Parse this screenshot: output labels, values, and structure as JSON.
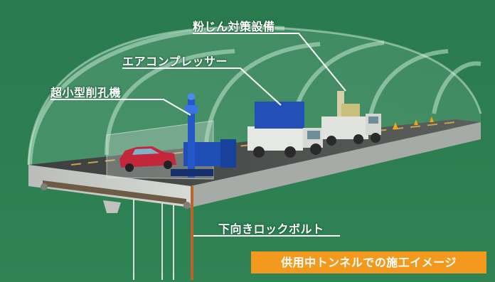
{
  "labels": {
    "dust_equipment": "粉じん対策設備",
    "air_compressor": "エアコンプレッサー",
    "drill": "超小型削孔機",
    "rock_bolt": "下向きロックボルト"
  },
  "caption": "供用中トンネルでの施工イメージ",
  "colors": {
    "background": "#2e7f52",
    "caption_bg": "#f39a1e",
    "label_text": "#ffffff",
    "rock_bolt": "#b8642a",
    "drill_blue": "#1f4fb5"
  }
}
